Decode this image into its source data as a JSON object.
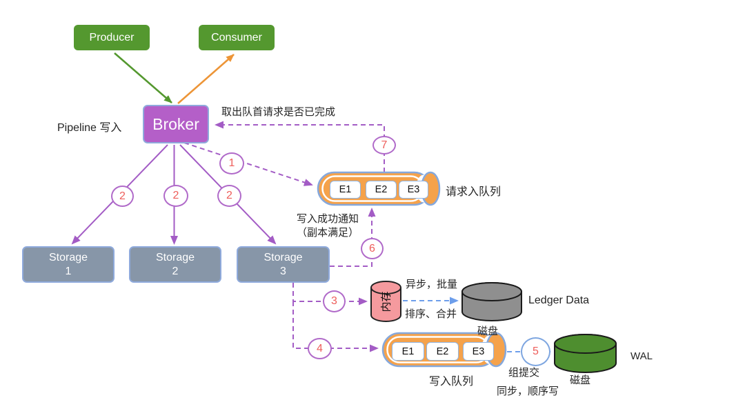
{
  "nodes": {
    "producer": "Producer",
    "consumer": "Consumer",
    "broker": "Broker"
  },
  "pipeline_label": "Pipeline 写入",
  "storages": [
    {
      "name": "Storage",
      "num": "1"
    },
    {
      "name": "Storage",
      "num": "2"
    },
    {
      "name": "Storage",
      "num": "3"
    }
  ],
  "steps": [
    "1",
    "2",
    "2",
    "2",
    "3",
    "4",
    "5",
    "6",
    "7"
  ],
  "request_queue": {
    "slots": [
      "E1",
      "E2",
      "E3"
    ],
    "label": "请求入队列"
  },
  "write_queue": {
    "slots": [
      "E1",
      "E2",
      "E3"
    ],
    "label": "写入队列"
  },
  "stores": {
    "memory": "内存",
    "ledger": "Ledger Data",
    "ledger_disk": "磁盘",
    "wal": "WAL",
    "wal_disk": "磁盘"
  },
  "annotations": {
    "dequeue_check": "取出队首请求是否已完成",
    "write_success_line1": "写入成功通知",
    "write_success_line2": "（副本满足）",
    "async_batch": "异步，批量",
    "sort_merge": "排序、合并",
    "group_commit": "组提交",
    "sync_sequential": "同步，顺序写"
  },
  "colors": {
    "green": "#54982f",
    "orange_arrow": "#ed9537",
    "broker_purple": "#b45fc8",
    "storage_gray": "#8796a8",
    "queue_orange": "#f5a24b",
    "queue_border_blue": "#85a8dc",
    "line_purple": "#a35cc5",
    "line_blue": "#6d9eeb",
    "memory_pink": "#f59a9e",
    "ledger_gray": "#8f8f8f",
    "wal_green": "#4e8e2f",
    "step_number_red": "#ee5d5a"
  }
}
